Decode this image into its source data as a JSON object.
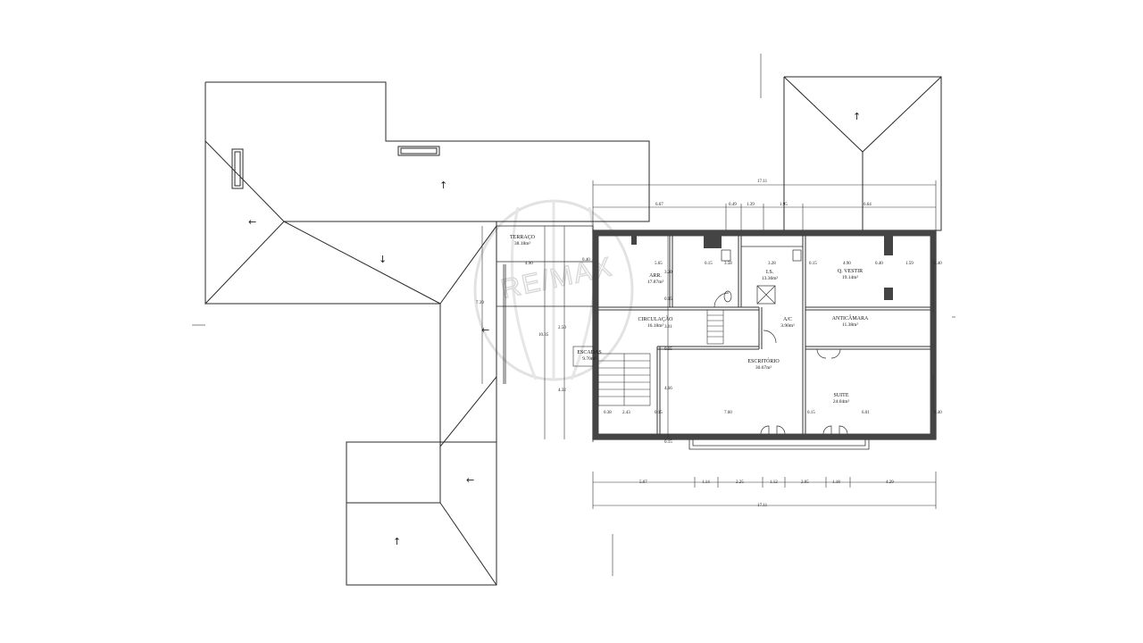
{
  "watermark": "RE/MAX",
  "rooms": {
    "terraco": {
      "name": "TERRAÇO",
      "area": "38.18m²"
    },
    "arr": {
      "name": "ARR.",
      "area": "17.87m²"
    },
    "is": {
      "name": "I.S.",
      "area": "13.36m²"
    },
    "qvestir": {
      "name": "Q. VESTIR",
      "area": "19.14m²"
    },
    "circulacao": {
      "name": "CIRCULAÇÃO",
      "area": "16.18m²"
    },
    "ac": {
      "name": "A/C",
      "area": "3.90m²"
    },
    "anticamara": {
      "name": "ANTICÂMARA",
      "area": "11.38m²"
    },
    "escadas": {
      "name": "ESCADAS",
      "area": "9.70m²"
    },
    "escritorio": {
      "name": "ESCRITÓRIO",
      "area": "30.67m²"
    },
    "suite": {
      "name": "SUITE",
      "area": "24.04m²"
    }
  },
  "dimensions": {
    "top_total": "17.11",
    "top_a": "6.67",
    "top_b": "0.49",
    "top_c": "1.39",
    "top_d": "1.95",
    "top_e": "6.64",
    "inner_a": "5.65",
    "inner_b": "0.15",
    "inner_c": "3.58",
    "inner_d": "3.28",
    "inner_e": "0.15",
    "inner_f": "4.90",
    "inner_g": "0.40",
    "inner_h": "1.59",
    "inner_i": "0.40",
    "left_a": "4.90",
    "left_b": "0.40",
    "left_c": "0.15",
    "left_d": "3.20",
    "left_e": "0.15",
    "left_f": "3.01",
    "left_g": "0.15",
    "left_h": "4.66",
    "left_i": "2.50",
    "left_j": "4.32",
    "left_k": "7.39",
    "left_l": "10.35",
    "bottom_inner_a": "0.38",
    "bottom_inner_b": "2.43",
    "bottom_inner_c": "0.15",
    "bottom_inner_d": "7.60",
    "bottom_inner_e": "0.15",
    "bottom_inner_f": "6.01",
    "bottom_inner_g": "0.40",
    "bottom_inner_h": "0.35",
    "bottom_a": "5.07",
    "bottom_b": "1.14",
    "bottom_c": "2.25",
    "bottom_d": "1.12",
    "bottom_e": "2.05",
    "bottom_f": "1.18",
    "bottom_g": "4.29",
    "bottom_total": "17.11"
  },
  "roof_arrows": {
    "a1": "↑",
    "a2": "←",
    "a3": "↓",
    "a4": "←",
    "a5": "←",
    "a6": "↑",
    "a7": "↑"
  },
  "colors": {
    "line": "#2a2a2a",
    "wall": "#444444",
    "watermark": "#d9d9d9"
  }
}
